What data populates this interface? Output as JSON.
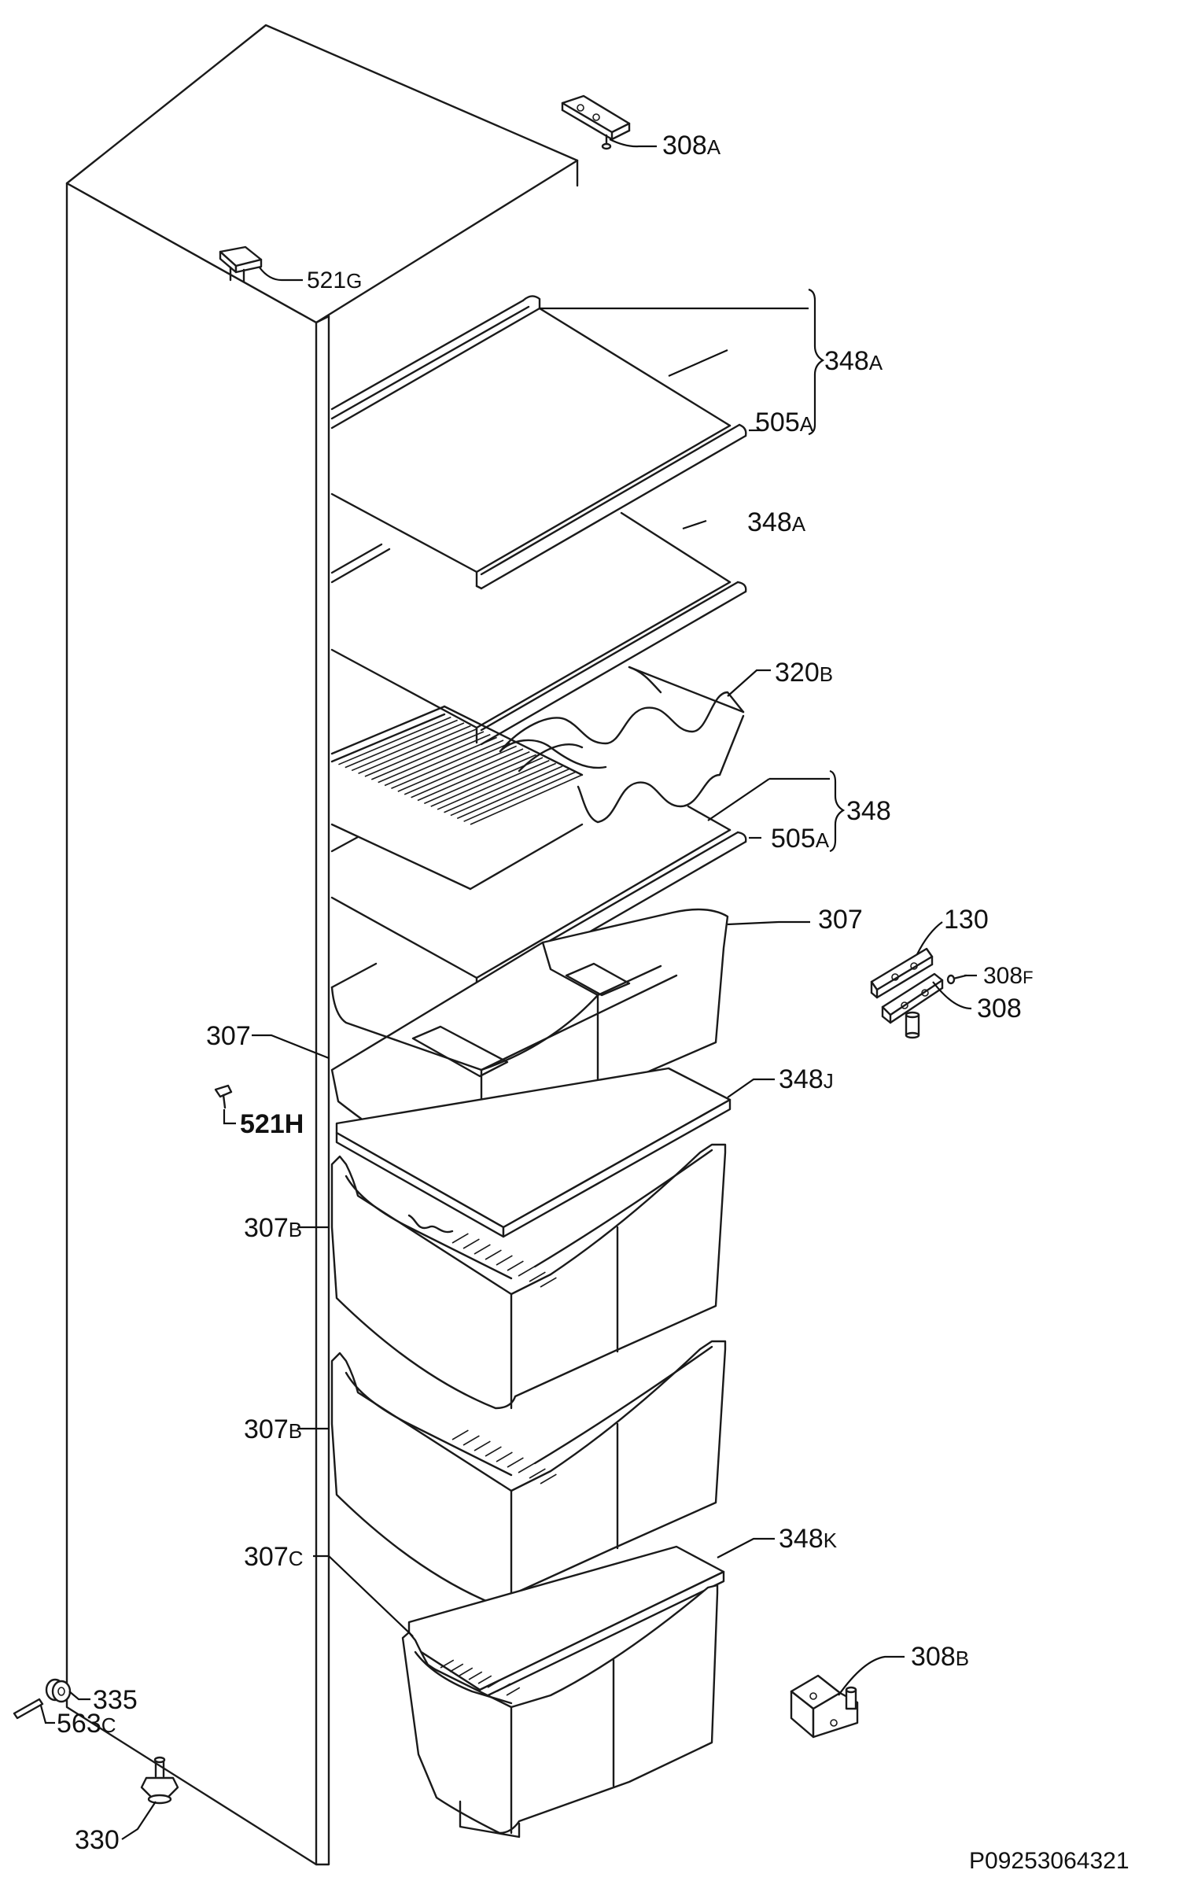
{
  "drawing_code": "P09253064321",
  "callouts": [
    {
      "id": "c-308a",
      "main": "308",
      "suffix": "A"
    },
    {
      "id": "c-521g",
      "main": "521",
      "suffix": "G"
    },
    {
      "id": "c-348a-1",
      "main": "348",
      "suffix": "A"
    },
    {
      "id": "c-505a-1",
      "main": "505",
      "suffix": "A"
    },
    {
      "id": "c-348a-2",
      "main": "348",
      "suffix": "A"
    },
    {
      "id": "c-320b",
      "main": "320",
      "suffix": "B"
    },
    {
      "id": "c-348",
      "main": "348",
      "suffix": ""
    },
    {
      "id": "c-505a-2",
      "main": "505",
      "suffix": "A"
    },
    {
      "id": "c-307-right",
      "main": "307",
      "suffix": ""
    },
    {
      "id": "c-130",
      "main": "130",
      "suffix": ""
    },
    {
      "id": "c-308f",
      "main": "308",
      "suffix": "F"
    },
    {
      "id": "c-308",
      "main": "308",
      "suffix": ""
    },
    {
      "id": "c-307-left",
      "main": "307",
      "suffix": ""
    },
    {
      "id": "c-348j",
      "main": "348",
      "suffix": "J"
    },
    {
      "id": "c-521h",
      "main": "521H",
      "suffix": ""
    },
    {
      "id": "c-307b-1",
      "main": "307",
      "suffix": "B"
    },
    {
      "id": "c-307b-2",
      "main": "307",
      "suffix": "B"
    },
    {
      "id": "c-348k",
      "main": "348",
      "suffix": "K"
    },
    {
      "id": "c-307c",
      "main": "307",
      "suffix": "C"
    },
    {
      "id": "c-308b",
      "main": "308",
      "suffix": "B"
    },
    {
      "id": "c-335",
      "main": "335",
      "suffix": ""
    },
    {
      "id": "c-563c",
      "main": "563",
      "suffix": "C"
    },
    {
      "id": "c-330",
      "main": "330",
      "suffix": ""
    }
  ]
}
